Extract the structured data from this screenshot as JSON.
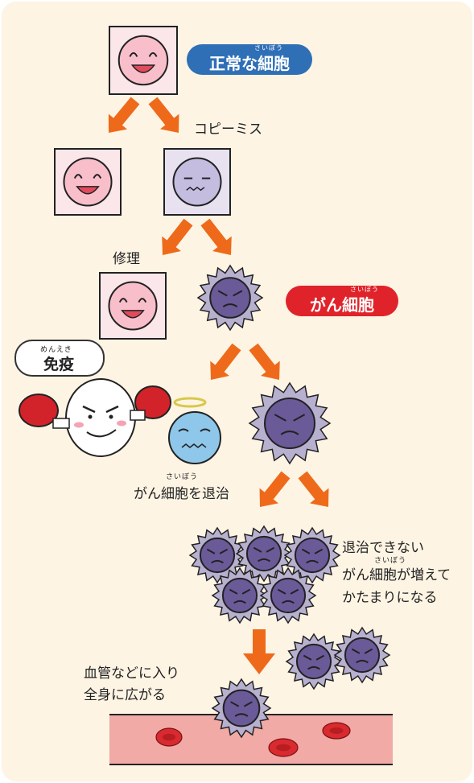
{
  "labels": {
    "normal_cell": "正常な細胞",
    "normal_cell_ruby": "さいぼう",
    "copy_miss": "コピーミス",
    "repair": "修理",
    "cancer_cell": "がん細胞",
    "cancer_cell_ruby": "さいぼう",
    "immune": "免疫",
    "immune_ruby": "めんえき",
    "eliminate": "がん細胞を退治",
    "eliminate_ruby": "さいぼう",
    "grow_line1": "退治できない",
    "grow_line2": "がん細胞が増えて",
    "grow_line2_ruby": "さいぼう",
    "grow_line3": "かたまりになる",
    "spread_line1": "血管などに入り",
    "spread_line2": "全身に広がる"
  },
  "colors": {
    "blue_pill": "#2f6fb6",
    "red_pill": "#e0232a",
    "arrow": "#ee6a1a",
    "cancer_fill": "#6a5a98",
    "cancer_spikes": "#b8b0cf",
    "normal_face": "#f8bfcb",
    "vessel": "#f1aaa6",
    "blood_cell": "#d92b2f"
  },
  "icons": [
    "happy-cell-icon",
    "worried-cell-icon",
    "angry-cancer-cell-icon",
    "immune-boxer-icon",
    "dead-cell-angel-icon",
    "blood-vessel-icon",
    "blood-cell-icon",
    "arrow-icon"
  ]
}
